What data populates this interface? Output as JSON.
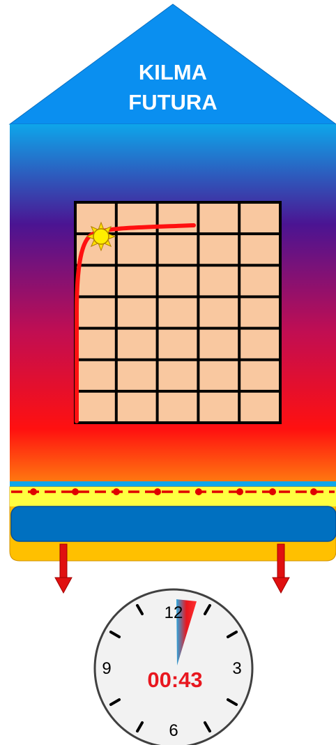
{
  "house": {
    "title_line1": "KILMA",
    "title_line2": "FUTURA",
    "roof_color": "#0a8ff0",
    "wall_gradient": [
      "#0ea6ea",
      "#4b1492",
      "#c10e52",
      "#ff1010",
      "#ff7a10"
    ]
  },
  "window": {
    "rows": 7,
    "cols": 5,
    "pane_color": "#f9c8a0",
    "frame_color": "#000000",
    "sun_icon": "sun-icon",
    "curve_color": "#ff1010"
  },
  "floor": {
    "heater_color": "#ffff40",
    "pipe_color": "#e00000",
    "dot_count": 8,
    "slab_color": "#0070c0",
    "base_color": "#ffc000",
    "arrow_icons": [
      "down-arrow-icon",
      "down-arrow-icon"
    ]
  },
  "clock": {
    "numbers": {
      "n12": "12",
      "n3": "3",
      "n6": "6",
      "n9": "9"
    },
    "time_text": "00:43",
    "face_color": "#f2f2f2",
    "time_color": "#e8171f"
  }
}
